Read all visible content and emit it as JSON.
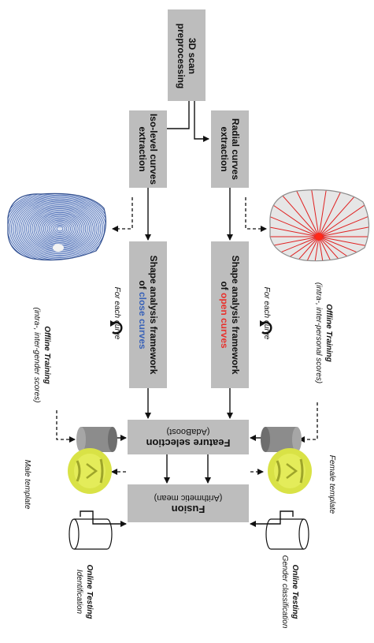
{
  "boxes": {
    "preprocess": [
      "3D scan",
      "preprocessing"
    ],
    "iso": [
      "Iso-level curves",
      "extraction"
    ],
    "radial": [
      "Radial curves",
      "extraction"
    ],
    "shape_close": {
      "line1": "Shape analysis framework",
      "prefix": "of ",
      "highlight": "close curves"
    },
    "shape_open": {
      "line1": "Shape analysis framework",
      "prefix": "of ",
      "highlight": "open curves"
    },
    "feature": {
      "title": "Feature selection",
      "sub": "(AdaBoost)"
    },
    "fusion": {
      "title": "Fusion",
      "sub": "(Arithmetic mean)"
    }
  },
  "loops": {
    "left": "For each curve",
    "right": "For each curve"
  },
  "offline_left": {
    "title": "Offline Training",
    "sub": "(intra-, inter-gender scores)"
  },
  "offline_right": {
    "title": "Offline Training",
    "sub": "(intra-, inter-personal  scores)"
  },
  "templates": {
    "male": "Male template",
    "female": "Female template"
  },
  "online_left": {
    "title": "Online Testing",
    "sub": "Identification"
  },
  "online_right": {
    "title": "Online Testing",
    "sub": "Gender classification"
  },
  "colors": {
    "box": "#bdbdbd",
    "close_curves": "#3a63b8",
    "open_curves": "#e8322d",
    "face_yellow": "#d9e246",
    "mesh_blue": "#3b5fae",
    "mesh_red": "#e02020"
  }
}
